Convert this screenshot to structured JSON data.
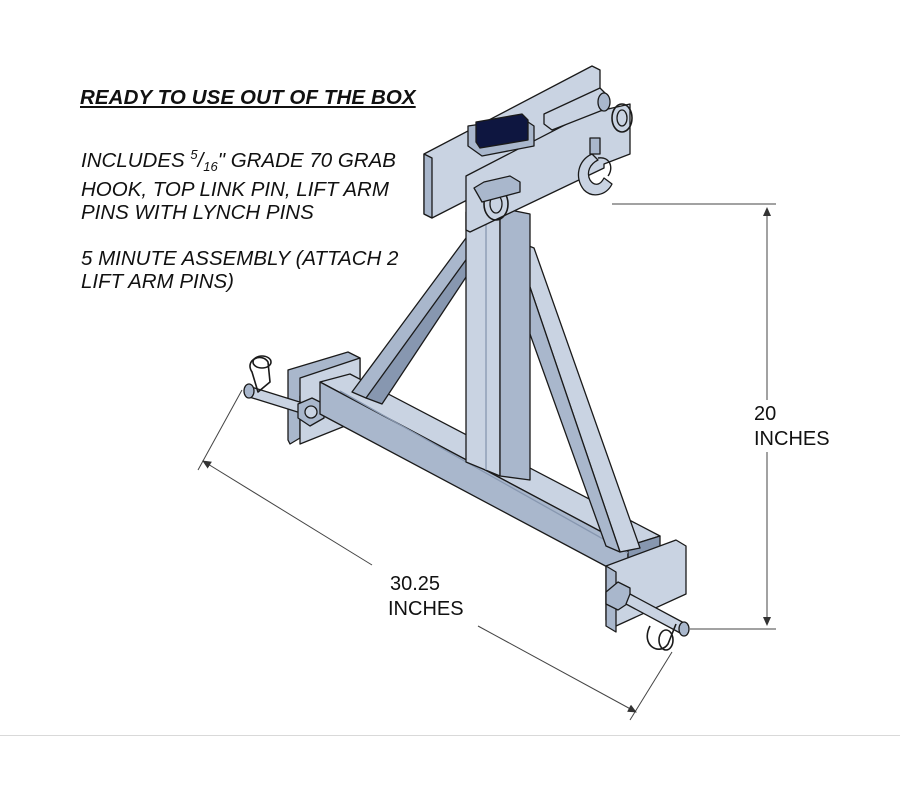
{
  "heading": "READY TO USE OUT OF THE BOX",
  "includes": {
    "prefix": "INCLUDES ",
    "fraction_numerator": "5",
    "fraction_slash": "/",
    "fraction_denominator": "16",
    "suffix": "\" GRADE 70 GRAB HOOK, TOP LINK PIN, LIFT ARM PINS WITH LYNCH PINS"
  },
  "assembly_note": "5 MINUTE ASSEMBLY (ATTACH 2 LIFT ARM PINS)",
  "dimensions": {
    "height": {
      "value": "20",
      "unit": "INCHES"
    },
    "width": {
      "value": "30.25",
      "unit": "INCHES"
    }
  },
  "colors": {
    "steel_light": "#c9d3e2",
    "steel_mid": "#a9b7cc",
    "steel_dark": "#8797b0",
    "outline": "#1a1a1a",
    "receiver_opening": "#0e1640",
    "dimension_line": "#333333"
  }
}
